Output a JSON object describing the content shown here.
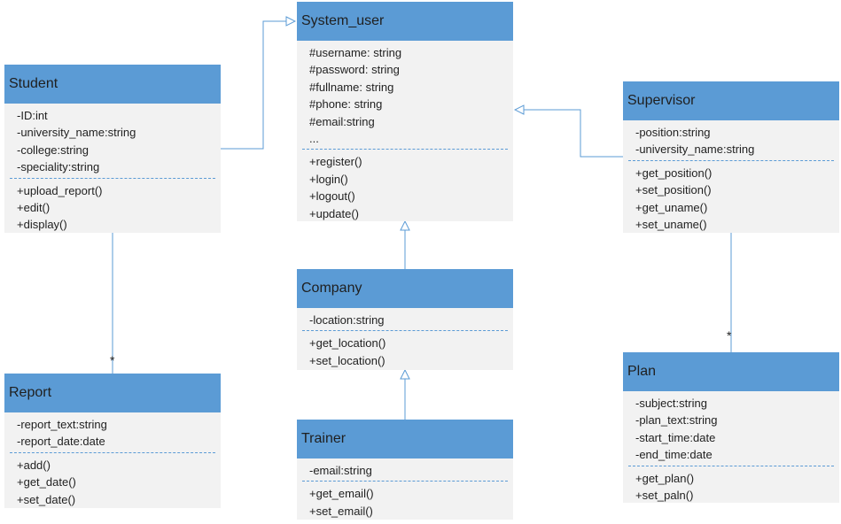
{
  "diagram": {
    "classes": {
      "system_user": {
        "name": "System_user",
        "attributes": [
          "#username: string",
          "#password: string",
          "#fullname: string",
          "#phone: string",
          "#email:string",
          "..."
        ],
        "methods": [
          "+register()",
          "+login()",
          "+logout()",
          "+update()"
        ]
      },
      "student": {
        "name": "Student",
        "attributes": [
          "-ID:int",
          "-university_name:string",
          "-college:string",
          "-speciality:string"
        ],
        "methods": [
          "+upload_report()",
          "+edit()",
          "+display()"
        ]
      },
      "supervisor": {
        "name": "Supervisor",
        "attributes": [
          "-position:string",
          "-university_name:string"
        ],
        "methods": [
          "+get_position()",
          "+set_position()",
          "+get_uname()",
          "+set_uname()"
        ]
      },
      "company": {
        "name": "Company",
        "attributes": [
          "-location:string"
        ],
        "methods": [
          "+get_location()",
          "+set_location()"
        ]
      },
      "trainer": {
        "name": "Trainer",
        "attributes": [
          "-email:string"
        ],
        "methods": [
          "+get_email()",
          "+set_email()"
        ]
      },
      "report": {
        "name": "Report",
        "attributes": [
          "-report_text:string",
          "-report_date:date"
        ],
        "methods": [
          "+add()",
          "+get_date()",
          "+set_date()"
        ]
      },
      "plan": {
        "name": "Plan",
        "attributes": [
          "-subject:string",
          "-plan_text:string",
          "-start_time:date",
          "-end_time:date"
        ],
        "methods": [
          "+get_plan()",
          "+set_paln()"
        ]
      }
    },
    "relationships": {
      "student_report_multiplicity": "*",
      "supervisor_plan_multiplicity": "*"
    },
    "colors": {
      "header": "#5b9bd5",
      "body": "#f2f2f2",
      "line": "#5b9bd5"
    }
  }
}
